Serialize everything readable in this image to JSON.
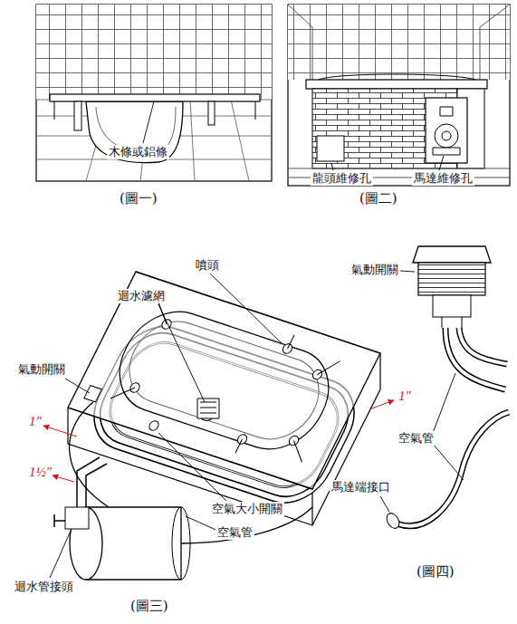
{
  "diagram": {
    "labels": [
      "木條或鋁條",
      "(圖一)",
      "龍頭維修孔",
      "馬達維修孔",
      "(圖二)",
      "噴頭",
      "迴水濾網",
      "氣動開關",
      "空氣大小開關",
      "空氣管",
      "迴水管接頭",
      "(圖三)",
      "氣動開關",
      "空氣管",
      "馬達端接口",
      "(圖四)",
      "1\"",
      "1½\"",
      "1\""
    ]
  }
}
